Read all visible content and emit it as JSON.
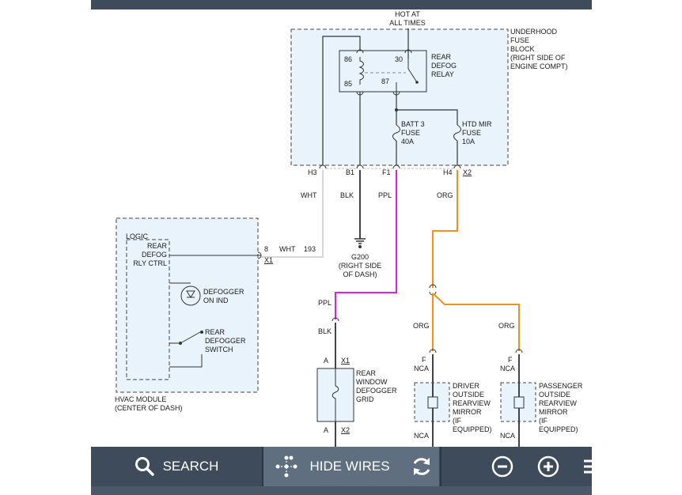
{
  "diagram": {
    "hot_label_1": "HOT AT",
    "hot_label_2": "ALL TIMES",
    "fuse_block": [
      "UNDERHOOD",
      "FUSE",
      "BLOCK",
      "(RIGHT SIDE OF",
      "ENGINE COMPT)"
    ],
    "relay_pins": {
      "p86": "86",
      "p85": "85",
      "p30": "30",
      "p87": "87"
    },
    "relay_label": [
      "REAR",
      "DEFOG",
      "RELAY"
    ],
    "batt_fuse": [
      "BATT 3",
      "FUSE",
      "40A"
    ],
    "mir_fuse": [
      "HTD MIR",
      "FUSE",
      "10A"
    ],
    "connectors": {
      "h3": "H3",
      "b1": "B1",
      "f1": "F1",
      "h4": "H4",
      "x2": "X2"
    },
    "wire_colors": {
      "wht": "WHT",
      "blk": "BLK",
      "ppl": "PPL",
      "org": "ORG"
    },
    "hvac_pin": "8",
    "hvac_wire": "WHT",
    "hvac_circuit": "193",
    "hvac_conn": "X1",
    "ground": [
      "G200",
      "(RIGHT SIDE",
      "OF DASH)"
    ],
    "logic_label": "LOGIC",
    "rly_ctrl": [
      "REAR",
      "DEFOG",
      "RLY CTRL"
    ],
    "defog_ind": [
      "DEFOGGER",
      "ON IND"
    ],
    "defog_sw": [
      "REAR",
      "DEFOGGER",
      "SWITCH"
    ],
    "hvac_module": [
      "HVAC MODULE",
      "(CENTER OF DASH)"
    ],
    "ppl_label": "PPL",
    "blk_label": "BLK",
    "org_left": "ORG",
    "org_right": "ORG",
    "grid_top_pin": "A",
    "grid_top_conn": "X1",
    "grid_label": [
      "REAR",
      "WINDOW",
      "DEFOGGER",
      "GRID"
    ],
    "grid_bot_pin": "A",
    "grid_bot_conn": "X2",
    "driver_pin": "F",
    "driver_nca_top": "NCA",
    "driver_label": [
      "DRIVER",
      "OUTSIDE",
      "REARVIEW",
      "MIRROR",
      "(IF",
      "EQUIPPED)"
    ],
    "driver_nca_bot": "NCA",
    "pass_pin": "F",
    "pass_nca_top": "NCA",
    "pass_label": [
      "PASSENGER",
      "OUTSIDE",
      "REARVIEW",
      "MIRROR",
      "(IF",
      "EQUIPPED)"
    ],
    "pass_nca_bot": "NCA",
    "colors": {
      "fill": "#e8f3fb",
      "ppl": "#e21ee2",
      "org": "#f0901e",
      "wht": "#d8d8d8",
      "blk": "#444444"
    }
  },
  "toolbar": {
    "search_label": "SEARCH",
    "search_icon": "search-icon",
    "hide_wires_label": "HIDE WIRES",
    "hide_wires_icon": "wires-icon",
    "reset_icon": "refresh-icon",
    "zoom_out_icon": "zoom-out-icon",
    "zoom_in_icon": "zoom-in-icon",
    "menu_icon": "menu-icon"
  }
}
